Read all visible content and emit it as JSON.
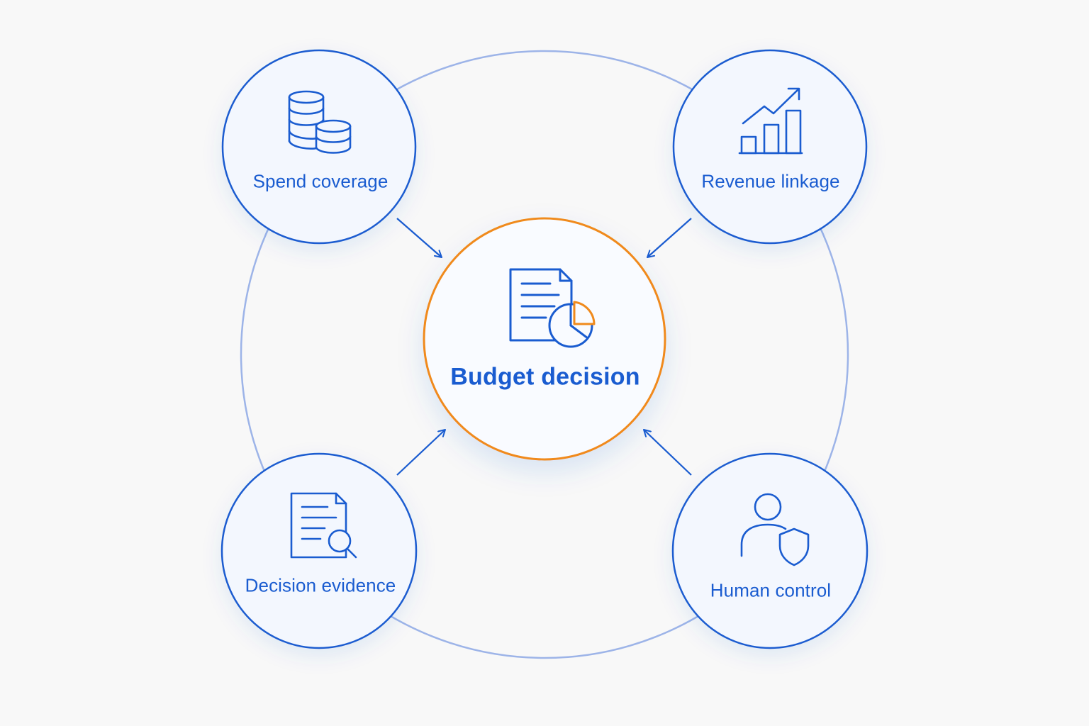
{
  "colors": {
    "background": "#f8f8f8",
    "primary_blue": "#1a5cd0",
    "ring_blue": "#9db4e8",
    "accent_orange": "#f08a1c",
    "node_fill": "#f3f7fe"
  },
  "center": {
    "label": "Budget decision",
    "icon": "document-pie-chart-icon"
  },
  "nodes": [
    {
      "id": "spend",
      "label": "Spend coverage",
      "icon": "coins-stack-icon"
    },
    {
      "id": "revenue",
      "label": "Revenue linkage",
      "icon": "growth-bar-chart-icon"
    },
    {
      "id": "evidence",
      "label": "Decision evidence",
      "icon": "document-search-icon"
    },
    {
      "id": "human",
      "label": "Human control",
      "icon": "person-shield-icon"
    }
  ],
  "connections": [
    {
      "from": "Spend coverage",
      "to": "Budget decision"
    },
    {
      "from": "Revenue linkage",
      "to": "Budget decision"
    },
    {
      "from": "Decision evidence",
      "to": "Budget decision"
    },
    {
      "from": "Human control",
      "to": "Budget decision"
    }
  ]
}
